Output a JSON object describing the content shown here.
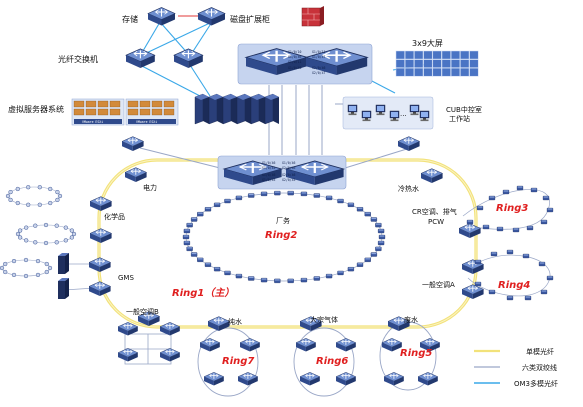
{
  "labels": {
    "storage": "存储",
    "disk_expansion": "磁盘扩展柜",
    "fiber_switch": "光纤交换机",
    "video_wall": "3x9大屏",
    "virtual_server_system": "虚拟服务器系统",
    "cub_control_room": "CUB中控室",
    "workstation": "工作站",
    "electric_power": "电力",
    "chemicals": "化学品",
    "gms": "GMS",
    "general_ac_b": "一般空调B",
    "pure_water": "纯水",
    "bulk_gas": "大宗气体",
    "waste_water": "废水",
    "general_ac_a": "一般空调A",
    "cr_ac_exhaust_pcw_line1": "CR空调、排气",
    "cr_ac_exhaust_pcw_line2": "PCW",
    "freezing_water": "冷热水",
    "factory_area": "厂务",
    "vmware_1": "VMware ESXi",
    "vmware_2": "VMware ESXi"
  },
  "rings": {
    "ring1": "Ring1（主）",
    "ring2": "Ring2",
    "ring3": "Ring3",
    "ring4": "Ring4",
    "ring5": "Ring5",
    "ring6": "Ring6",
    "ring7": "Ring7"
  },
  "port_labels": {
    "top_core": [
      "G1/0/10",
      "G1/0/11",
      "G1/0/46",
      "G1/0/47",
      "G1/0/11",
      "G1/0/46",
      "G2/0/46",
      "G2/0/47"
    ],
    "mid_core": [
      "G1/0/46",
      "G1/0/46",
      "G1/0/45",
      "G2/0/46",
      "G1/0/46",
      "G2/0/46",
      "G1/0/45",
      "G2/0/45"
    ]
  },
  "legend": {
    "single_mode": "单模光纤",
    "cat6": "六类双绞线",
    "om3": "OM3多模光纤"
  },
  "colors": {
    "single_mode": "#f2e27a",
    "cat6": "#9aa7c7",
    "om3": "#3aa8e8",
    "switch_body": "#2f4a8c",
    "switch_top": "#6f8fd0",
    "ring_label": "#e02020"
  }
}
